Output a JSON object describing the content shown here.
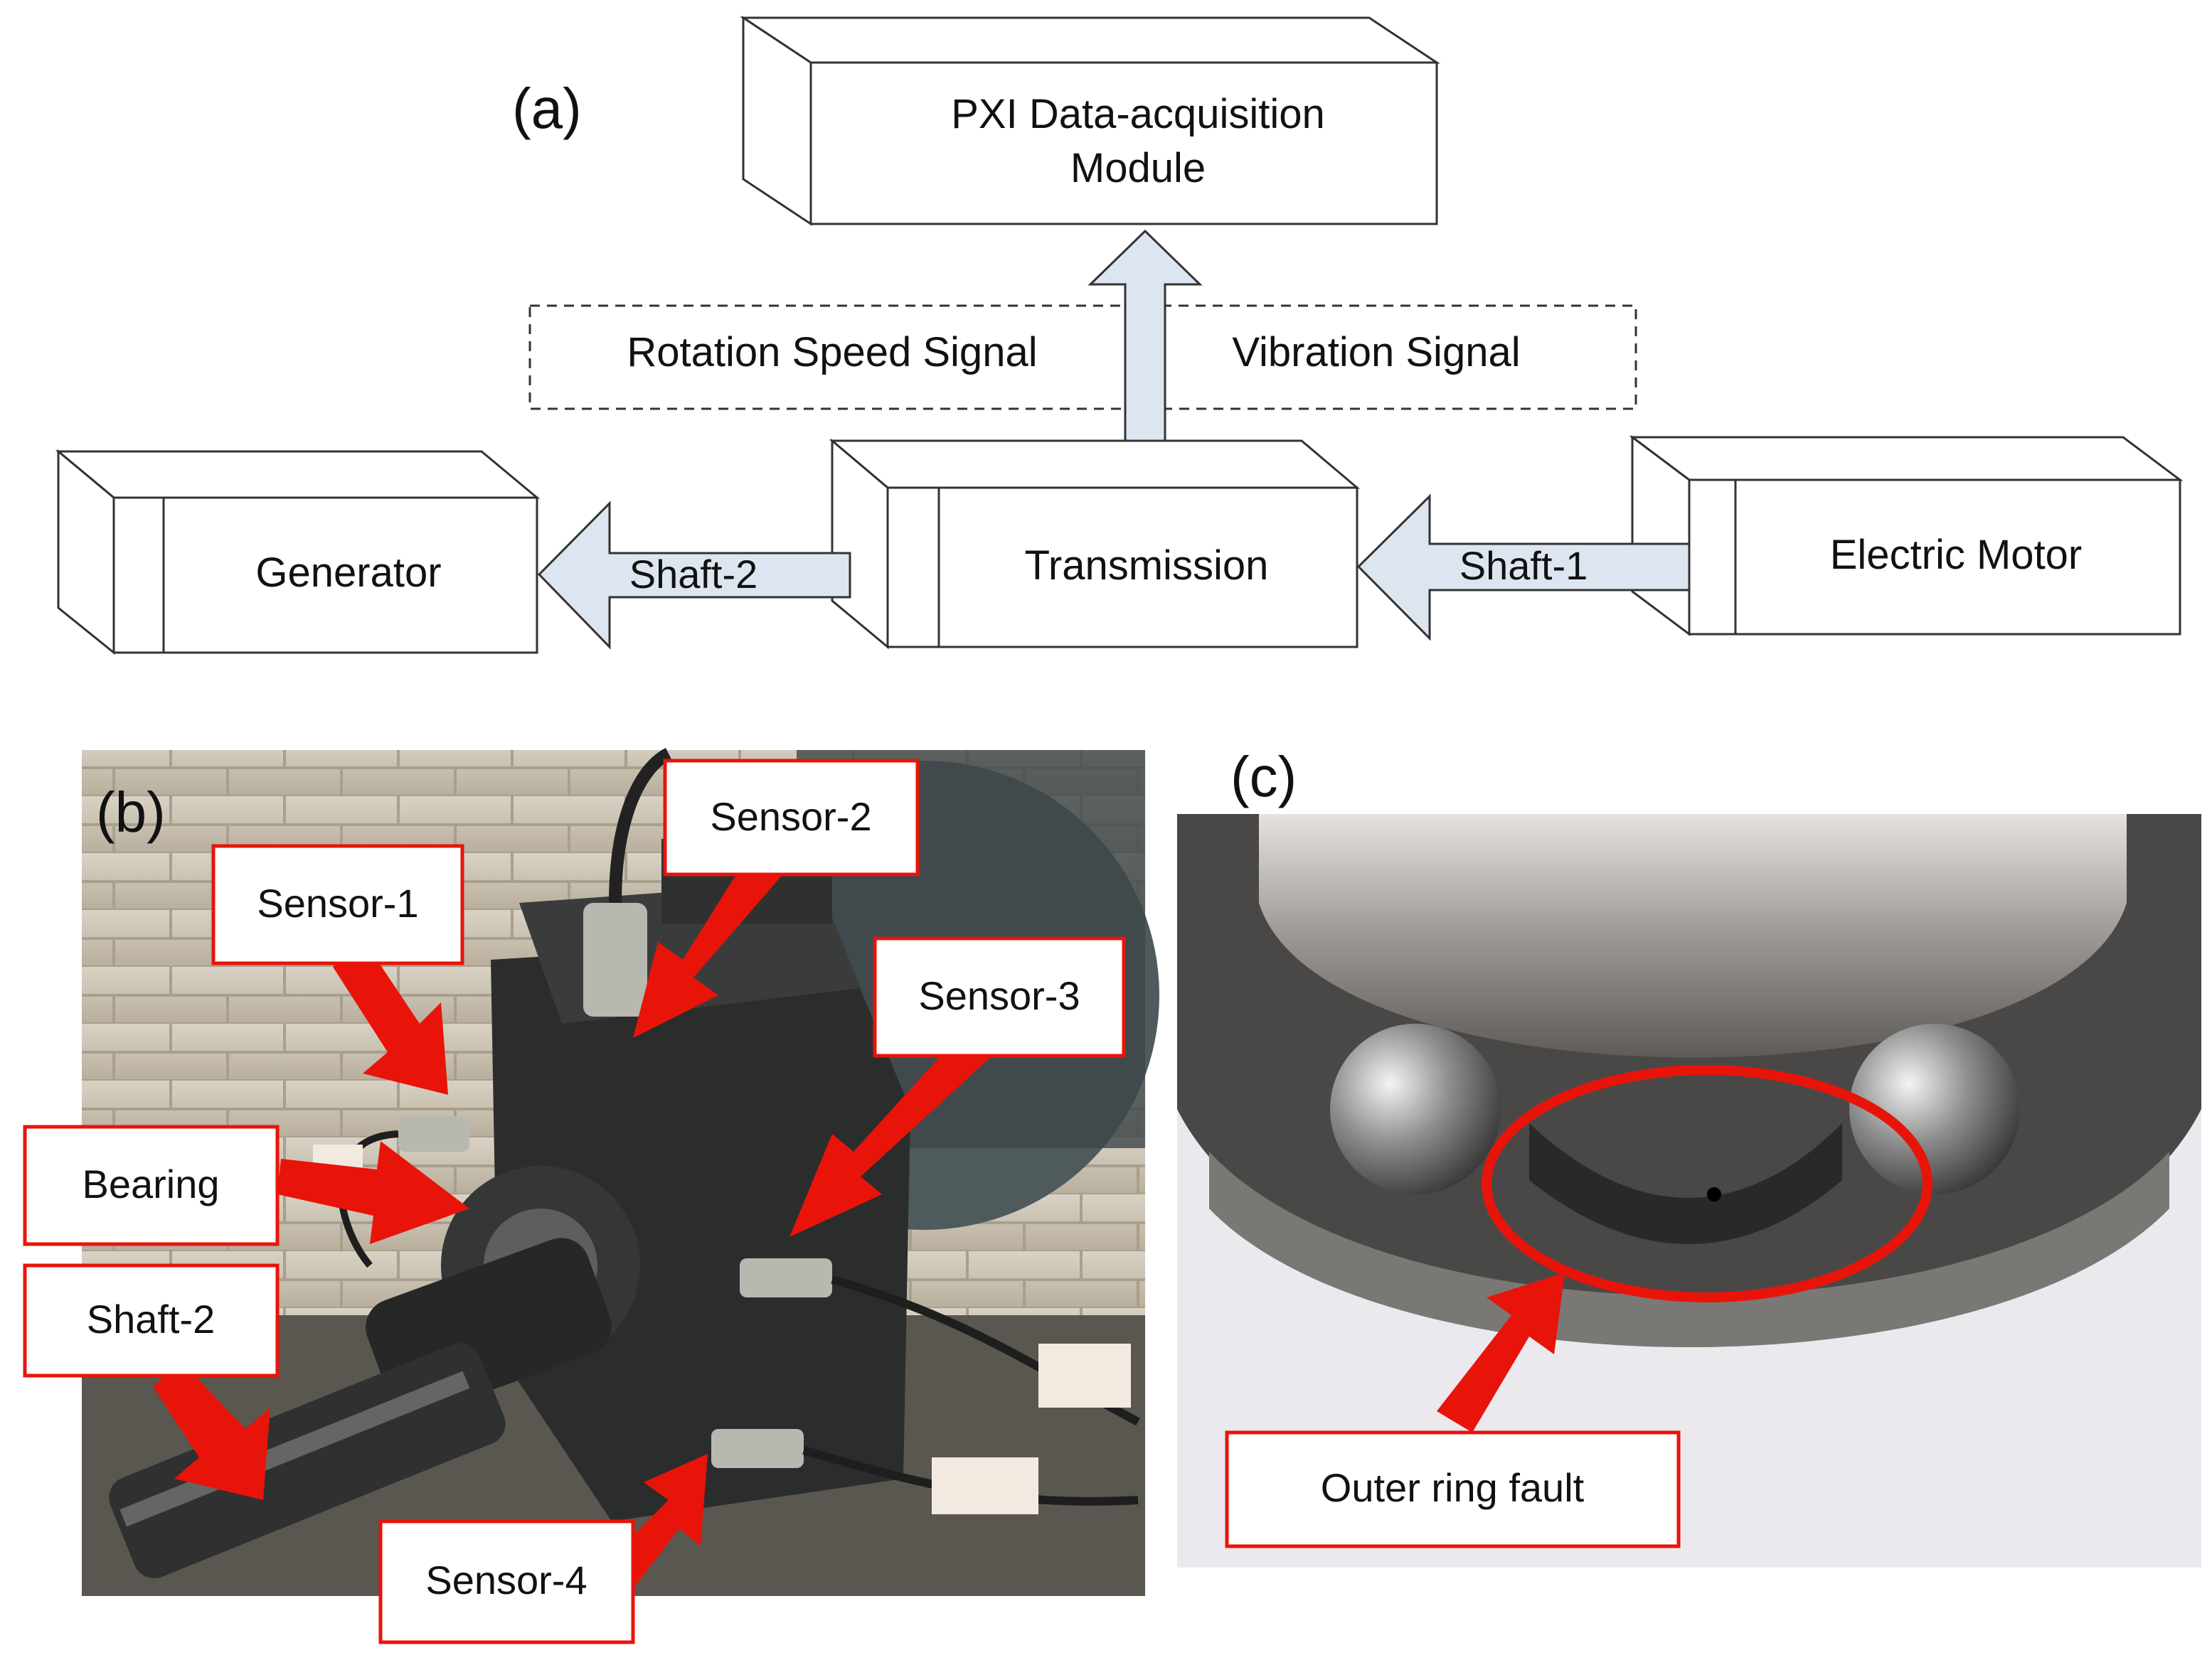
{
  "panel_a": {
    "tag": "(a)",
    "blocks": {
      "daq_line1": "PXI Data-acquisition",
      "daq_line2": "Module",
      "generator": "Generator",
      "transmission": "Transmission",
      "motor": "Electric Motor"
    },
    "signals": {
      "rotation": "Rotation Speed Signal",
      "vibration": "Vibration Signal"
    },
    "shafts": {
      "shaft1": "Shaft-1",
      "shaft2": "Shaft-2"
    }
  },
  "panel_b": {
    "tag": "(b)",
    "callouts": {
      "sensor1": "Sensor-1",
      "sensor2": "Sensor-2",
      "sensor3": "Sensor-3",
      "sensor4": "Sensor-4",
      "bearing": "Bearing",
      "shaft2": "Shaft-2"
    }
  },
  "panel_c": {
    "tag": "(c)",
    "callout": "Outer ring fault"
  },
  "colors": {
    "callout_red": "#e8140a",
    "arrow_fill": "#dde6f0"
  }
}
